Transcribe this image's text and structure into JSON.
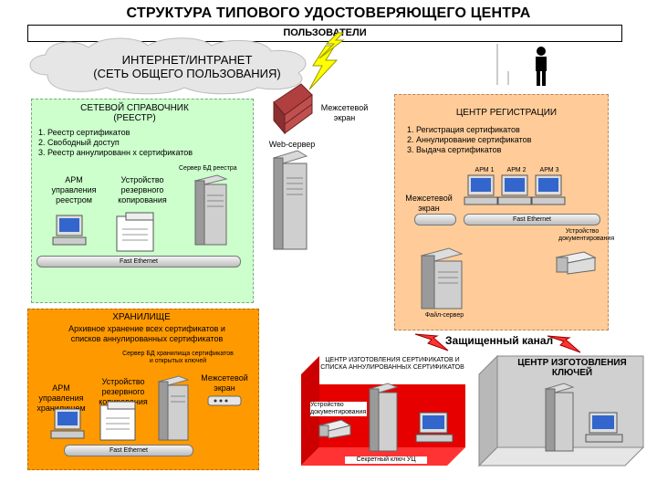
{
  "title": "СТРУКТУРА ТИПОВОГО УДОСТОВЕРЯЮЩЕГО ЦЕНТРА",
  "users_label": "ПОЛЬЗОВАТЕЛИ",
  "cloud": {
    "line1": "ИНТЕРНЕТ/ИНТРАНЕТ",
    "line2": "(СЕТЬ ОБЩЕГО ПОЛЬЗОВАНИЯ)"
  },
  "firewall_top_label": "Межсетевой экран",
  "web_server_label": "Web-сервер",
  "directory": {
    "title_line1": "СЕТЕВОЙ СПРАВОЧНИК",
    "title_line2": "(РЕЕСТР)",
    "items": [
      "1. Реестр сертификатов",
      "2. Свободный доступ",
      "3. Реестр аннулированн х сертификатов"
    ],
    "db_server_label": "Сервер БД реестра",
    "arm_label": "АРМ управления реестром",
    "backup_label": "Устройство резервного копирования",
    "ethernet_label": "Fast Ethernet"
  },
  "registration": {
    "title": "ЦЕНТР РЕГИСТРАЦИИ",
    "items": [
      "1. Регистрация сертификатов",
      "2. Аннулирование сертификатов",
      "3. Выдача сертификатов"
    ],
    "arm1": "АРМ 1",
    "arm2": "АРМ 2",
    "arm3": "АРМ 3",
    "firewall_label": "Межсетевой экран",
    "ethernet_label": "Fast Ethernet",
    "printer_label": "Устройство документирования",
    "file_server_label": "Файл-сервер"
  },
  "storage": {
    "title": "ХРАНИЛИЩЕ",
    "line1": "Архивное хранение всех сертификатов и",
    "line2": "списков аннулированных сертификатов",
    "db_label_line1": "Сервер БД хранилища сертификатов",
    "db_label_line2": "и открытых ключей",
    "arm_label": "АРМ управления хранилищем",
    "backup_label": "Устройство резервного копирования",
    "firewall_label": "Межсетевой экран",
    "ethernet_label": "Fast Ethernet"
  },
  "secure_channel_label": "Защищенный канал",
  "cert_center": {
    "title": "ЦЕНТР ИЗГОТОВЛЕНИЯ СЕРТИФИКАТОВ И СПИСКА АННУЛИРОВАННЫХ СЕРТИФИКАТОВ",
    "printer_label": "Устройство документирования",
    "secret_key_label": "Секретный ключ УЦ"
  },
  "keys_center": {
    "title": "ЦЕНТР ИЗГОТОВЛЕНИЯ КЛЮЧЕЙ"
  },
  "colors": {
    "green_panel": "#ccffcc",
    "registration_panel": "#ffcc99",
    "storage_panel": "#ff9900",
    "secure_room": "#ff0000",
    "keys_room": "#cccccc",
    "lightning": "#ffff00"
  },
  "icons": [
    "cloud-icon",
    "lightning-icon",
    "firewall-icon",
    "server-icon",
    "computer-icon",
    "person-icon",
    "printer-icon",
    "backup-device-icon",
    "hub-icon"
  ]
}
